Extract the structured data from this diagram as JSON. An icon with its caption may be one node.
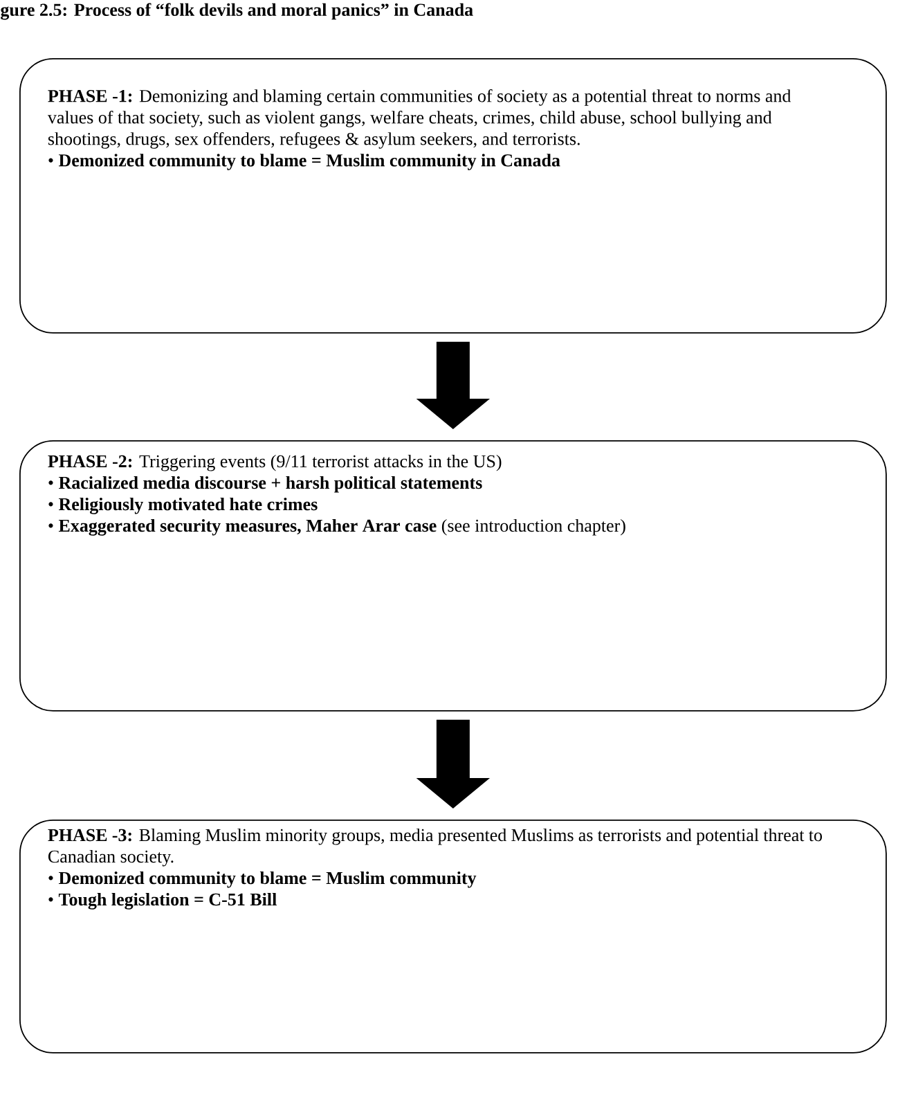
{
  "diagram": {
    "title": "gure 2.5: Process of “folk devils and moral panics” in Canada",
    "nodes": [
      {
        "text": [
          "**PHASE -1:** Demonizing and blaming certain communities of society as a potential threat to norms and values of that society, such as violent gangs, welfare cheats, crimes, child abuse, school bullying and shootings, drugs, sex offenders, refugees & asylum seekers, and terrorists.",
          "• **Demonized community to blame = Muslim community in Canada**"
        ]
      },
      {
        "text": [
          "**PHASE -2:** Triggering events (9/11 terrorist attacks in the US)",
          "• **Racialized media discourse + harsh political statements**",
          "• **Religiously motivated hate crimes**",
          "• **Exaggerated security measures, Maher Arar case** (see introduction chapter)"
        ]
      },
      {
        "text": [
          "**PHASE -3:** Blaming Muslim minority groups, media presented Muslims as terrorists and potential threat to Canadian society.",
          "• **Demonized community to blame = Muslim community**",
          "• **Tough legislation = C-51 Bill**"
        ]
      }
    ],
    "edges": [
      {
        "from": 0,
        "to": 1,
        "arrow": "to"
      },
      {
        "from": 1,
        "to": 2,
        "arrow": "to"
      }
    ]
  }
}
